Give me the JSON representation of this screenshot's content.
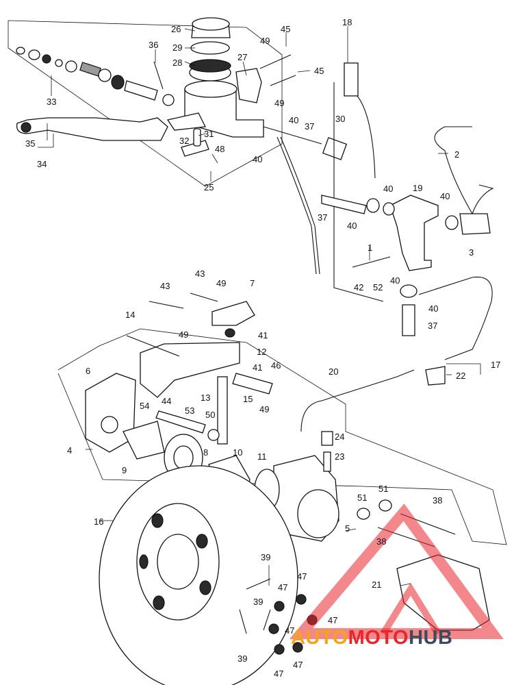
{
  "callouts": [
    {
      "id": "c1",
      "text": "1"
    },
    {
      "id": "c2",
      "text": "2"
    },
    {
      "id": "c3",
      "text": "3"
    },
    {
      "id": "c4",
      "text": "4"
    },
    {
      "id": "c5",
      "text": "5"
    },
    {
      "id": "c6",
      "text": "6"
    },
    {
      "id": "c7",
      "text": "7"
    },
    {
      "id": "c8",
      "text": "8"
    },
    {
      "id": "c9",
      "text": "9"
    },
    {
      "id": "c10",
      "text": "10"
    },
    {
      "id": "c11",
      "text": "11"
    },
    {
      "id": "c12",
      "text": "12"
    },
    {
      "id": "c13",
      "text": "13"
    },
    {
      "id": "c14",
      "text": "14"
    },
    {
      "id": "c15",
      "text": "15"
    },
    {
      "id": "c16",
      "text": "16"
    },
    {
      "id": "c17",
      "text": "17"
    },
    {
      "id": "c18",
      "text": "18"
    },
    {
      "id": "c19",
      "text": "19"
    },
    {
      "id": "c20",
      "text": "20"
    },
    {
      "id": "c21",
      "text": "21"
    },
    {
      "id": "c22",
      "text": "22"
    },
    {
      "id": "c23",
      "text": "23"
    },
    {
      "id": "c24",
      "text": "24"
    },
    {
      "id": "c25",
      "text": "25"
    },
    {
      "id": "c26",
      "text": "26"
    },
    {
      "id": "c27",
      "text": "27"
    },
    {
      "id": "c28",
      "text": "28"
    },
    {
      "id": "c29",
      "text": "29"
    },
    {
      "id": "c30",
      "text": "30"
    },
    {
      "id": "c31",
      "text": "31"
    },
    {
      "id": "c32",
      "text": "32"
    },
    {
      "id": "c33",
      "text": "33"
    },
    {
      "id": "c34",
      "text": "34"
    },
    {
      "id": "c35",
      "text": "35"
    },
    {
      "id": "c36",
      "text": "36"
    },
    {
      "id": "c37a",
      "text": "37"
    },
    {
      "id": "c37b",
      "text": "37"
    },
    {
      "id": "c37c",
      "text": "37"
    },
    {
      "id": "c38a",
      "text": "38"
    },
    {
      "id": "c38b",
      "text": "38"
    },
    {
      "id": "c39a",
      "text": "39"
    },
    {
      "id": "c39b",
      "text": "39"
    },
    {
      "id": "c39c",
      "text": "39"
    },
    {
      "id": "c40a",
      "text": "40"
    },
    {
      "id": "c40b",
      "text": "40"
    },
    {
      "id": "c40c",
      "text": "40"
    },
    {
      "id": "c40d",
      "text": "40"
    },
    {
      "id": "c40e",
      "text": "40"
    },
    {
      "id": "c40f",
      "text": "40"
    },
    {
      "id": "c40g",
      "text": "40"
    },
    {
      "id": "c41a",
      "text": "41"
    },
    {
      "id": "c41b",
      "text": "41"
    },
    {
      "id": "c42",
      "text": "42"
    },
    {
      "id": "c43a",
      "text": "43"
    },
    {
      "id": "c43b",
      "text": "43"
    },
    {
      "id": "c44",
      "text": "44"
    },
    {
      "id": "c45a",
      "text": "45"
    },
    {
      "id": "c45b",
      "text": "45"
    },
    {
      "id": "c46",
      "text": "46"
    },
    {
      "id": "c47a",
      "text": "47"
    },
    {
      "id": "c47b",
      "text": "47"
    },
    {
      "id": "c47c",
      "text": "47"
    },
    {
      "id": "c47d",
      "text": "47"
    },
    {
      "id": "c47e",
      "text": "47"
    },
    {
      "id": "c47f",
      "text": "47"
    },
    {
      "id": "c48",
      "text": "48"
    },
    {
      "id": "c49a",
      "text": "49"
    },
    {
      "id": "c49b",
      "text": "49"
    },
    {
      "id": "c49c",
      "text": "49"
    },
    {
      "id": "c49d",
      "text": "49"
    },
    {
      "id": "c49e",
      "text": "49"
    },
    {
      "id": "c50",
      "text": "50"
    },
    {
      "id": "c51a",
      "text": "51"
    },
    {
      "id": "c51b",
      "text": "51"
    },
    {
      "id": "c52",
      "text": "52"
    },
    {
      "id": "c53",
      "text": "53"
    },
    {
      "id": "c54",
      "text": "54"
    }
  ],
  "watermark": {
    "auto": "AUTO",
    "moto": "MOTO",
    "hub": "HUB",
    "color_auto": "#f2a51c",
    "color_moto": "#e8262b",
    "color_hub": "#3d4c5c",
    "triangle_color": "#e8262b"
  }
}
